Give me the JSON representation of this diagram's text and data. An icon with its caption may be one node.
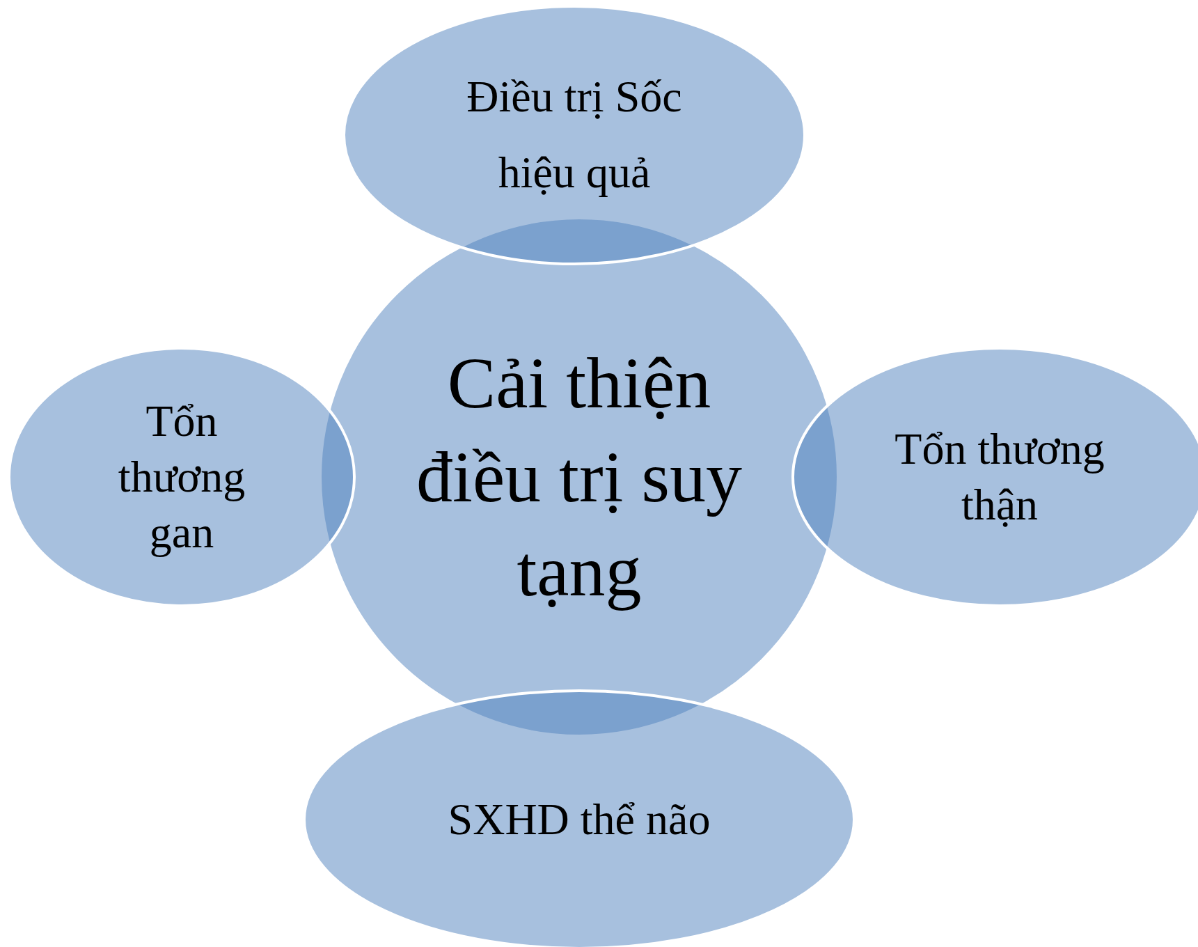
{
  "diagram": {
    "nodes": [
      {
        "text": [
          "Điều trị Sốc hiệu quả"
        ]
      },
      {
        "text": [
          "Tổn thương gan"
        ]
      },
      {
        "text": [
          "Cải thiện điều trị suy tạng"
        ]
      },
      {
        "text": [
          "Tổn thương thận"
        ]
      },
      {
        "text": [
          "SXHD thể não"
        ]
      }
    ]
  }
}
